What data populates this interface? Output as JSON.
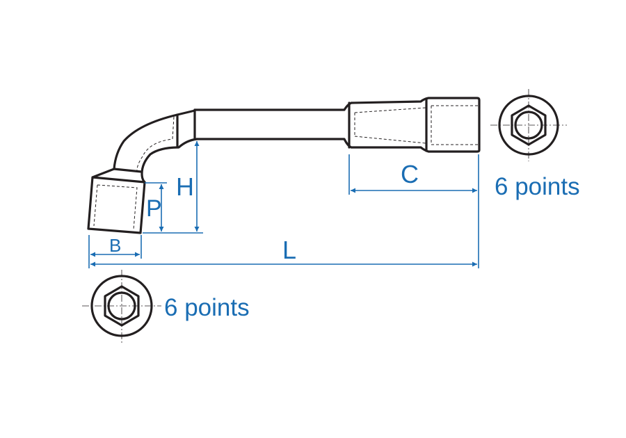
{
  "diagram": {
    "dimension_labels": {
      "H": "H",
      "P": "P",
      "B": "B",
      "L": "L",
      "C": "C"
    },
    "end_view_right_label": "6 points",
    "end_view_left_label": "6 points",
    "colors": {
      "dimension": "#1a6db3",
      "outline": "#231f20"
    }
  }
}
